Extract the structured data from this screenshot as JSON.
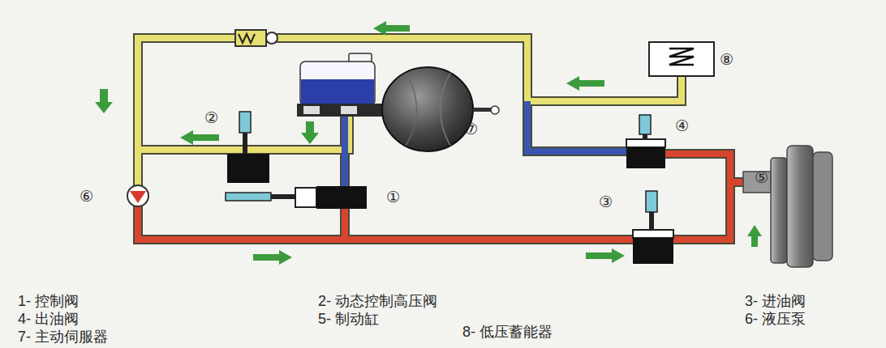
{
  "diagram": {
    "labels": [
      "⑧",
      "②",
      "④",
      "⑦",
      "⑤",
      "⑥",
      "①",
      "③",
      "1- 控制阀",
      "2- 动态控制高压阀",
      "3- 进油阀",
      "4- 出油阀",
      "5- 制动缸",
      "6- 液压泵",
      "7- 主动伺服器",
      "8- 低压蓄能器"
    ]
  }
}
